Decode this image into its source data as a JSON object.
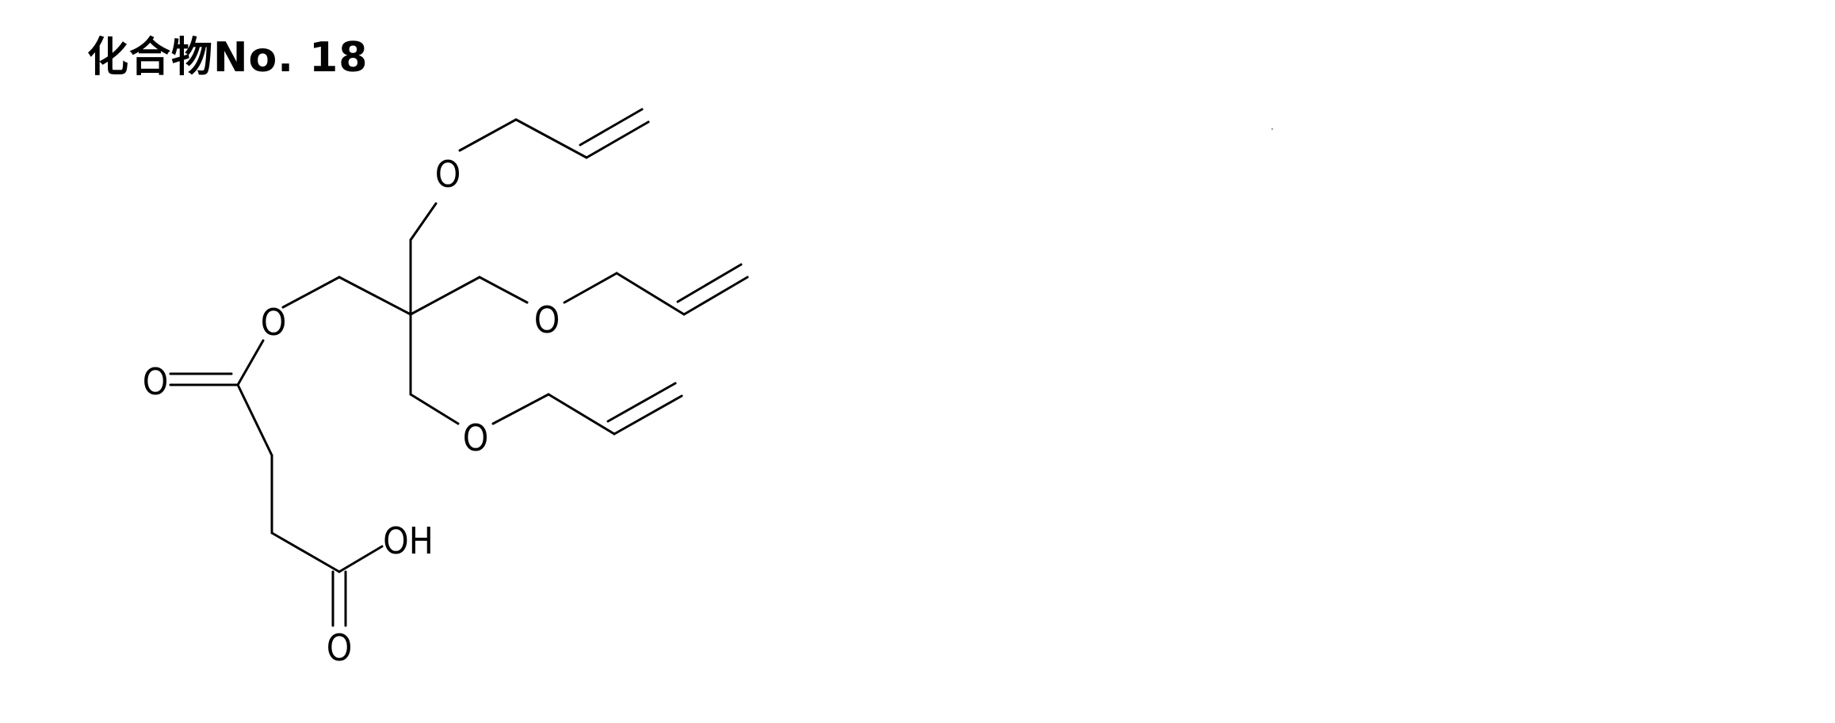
{
  "title": "化合物No. 18",
  "atom_labels": {
    "ester_ring_O": "O",
    "carbonyl_O": "O",
    "top_ether_O": "O",
    "middle_ether_O": "O",
    "bottom_ether_O": "O",
    "hydroxyl": "OH",
    "acid_carbonyl_O": "O"
  }
}
